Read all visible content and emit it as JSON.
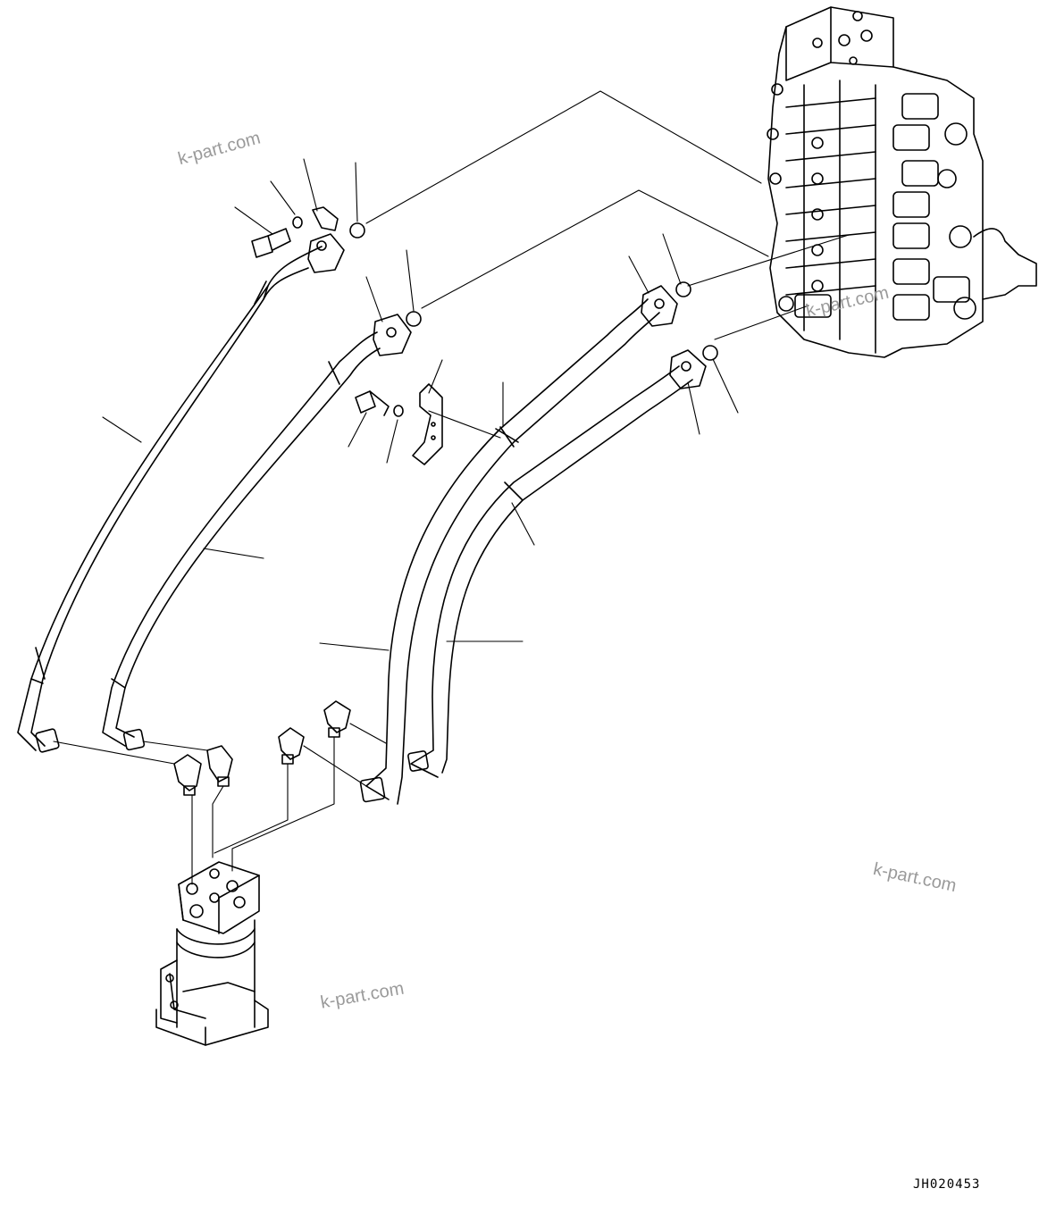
{
  "watermark_text": "k-part.com",
  "drawing_code": "JH020453",
  "colors": {
    "line": "#000000",
    "background": "#ffffff",
    "watermark": "#9a9a9a"
  },
  "parts": [
    {
      "id": "control-valve",
      "icon": "control-valve-assembly"
    },
    {
      "id": "swivel-joint",
      "icon": "center-swivel-joint"
    },
    {
      "id": "hose-1",
      "icon": "hydraulic-hose"
    },
    {
      "id": "hose-2",
      "icon": "hydraulic-hose"
    },
    {
      "id": "hose-3",
      "icon": "hydraulic-hose"
    },
    {
      "id": "hose-4",
      "icon": "hydraulic-hose"
    },
    {
      "id": "split-flange",
      "icon": "split-flange"
    },
    {
      "id": "o-ring",
      "icon": "o-ring"
    },
    {
      "id": "bolt",
      "icon": "bolt"
    },
    {
      "id": "washer",
      "icon": "washer"
    },
    {
      "id": "clamp",
      "icon": "hose-clamp"
    },
    {
      "id": "elbow",
      "icon": "elbow-fitting"
    }
  ]
}
